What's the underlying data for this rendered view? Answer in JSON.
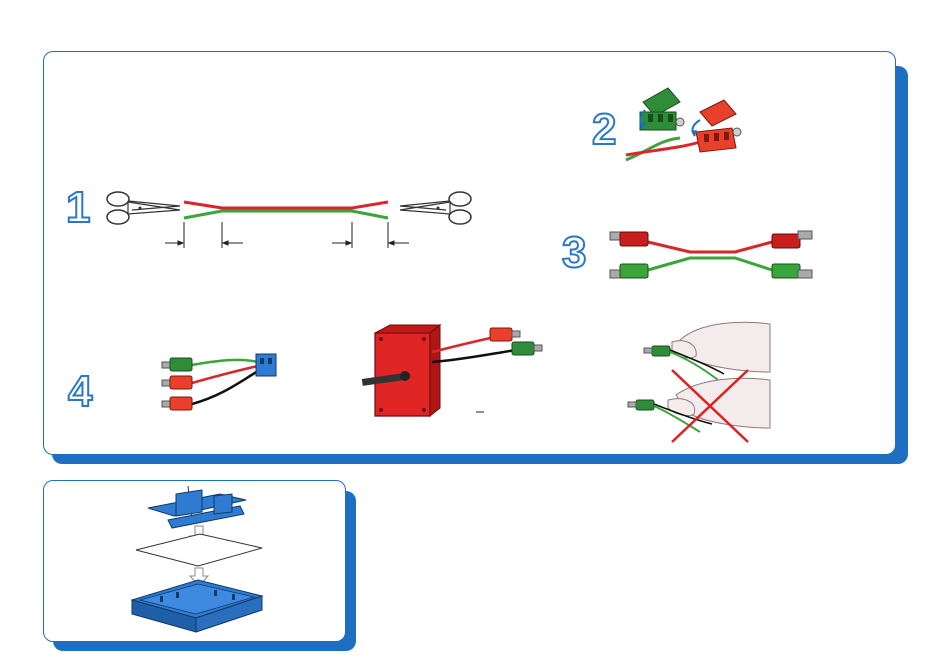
{
  "panels": {
    "main": {
      "label": ""
    },
    "storage": {
      "label": ""
    }
  },
  "steps": {
    "step1": "1",
    "step2": "2",
    "step3": "3",
    "step4": "4"
  },
  "colors": {
    "accent": "#1e6fc2",
    "wire_red": "#d9262b",
    "wire_green": "#3aa53a",
    "plug_red": "#e8402a",
    "plug_green": "#2f8d3a",
    "box_blue": "#2f7bd1",
    "cross_red": "#e02020"
  },
  "icons": [
    "scissors-icon",
    "connector-red-icon",
    "connector-green-icon",
    "motor-icon",
    "hand-icon",
    "cross-mark-icon",
    "storage-box-icon"
  ]
}
